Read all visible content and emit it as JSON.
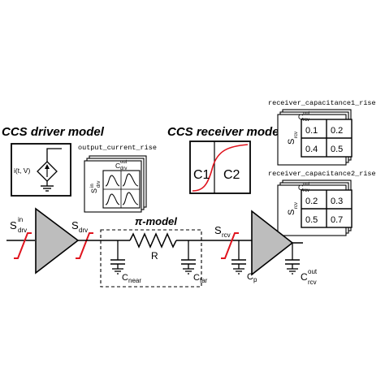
{
  "driver": {
    "title": "CCS driver model",
    "source_label": "i(t, V)",
    "table_label": "output_current_rise",
    "table_axis_main": "S",
    "table_axis_sup": "in",
    "table_axis_sub": "drv",
    "table_axis2_main": "C",
    "table_axis2_sup": "out",
    "table_axis2_sub": "drv"
  },
  "receiver": {
    "title": "CCS receiver model",
    "c1_label": "C1",
    "c2_label": "C2"
  },
  "tables": [
    {
      "label": "receiver_capacitance1_rise",
      "axis_main": "S",
      "axis_sub": "rcv",
      "axis2_main": "C",
      "axis2_sup": "out",
      "axis2_sub": "rcv",
      "cells": [
        "0.1",
        "0.2",
        "0.4",
        "0.5"
      ]
    },
    {
      "label": "receiver_capacitance2_rise",
      "axis_main": "S",
      "axis_sub": "rcv",
      "axis2_main": "C",
      "axis2_sup": "out",
      "axis2_sub": "rcv",
      "cells": [
        "0.2",
        "0.3",
        "0.5",
        "0.7"
      ]
    }
  ],
  "circuit": {
    "pi_model_label": "π-model",
    "r_label": "R",
    "s_drv_in_main": "S",
    "s_drv_in_sup": "in",
    "s_drv_in_sub": "drv",
    "s_drv_main": "S",
    "s_drv_sub": "drv",
    "s_rcv_main": "S",
    "s_rcv_sub": "rcv",
    "c_near_main": "C",
    "c_near_sub": "near",
    "c_far_main": "C",
    "c_far_sub": "far",
    "c_p_main": "C",
    "c_p_sub": "p",
    "c_rcv_out_main": "C",
    "c_rcv_out_sup": "out",
    "c_rcv_out_sub": "rcv"
  },
  "colors": {
    "slew_red": "#e0141e",
    "buffer_fill": "#bdbdbd",
    "line": "#000000"
  }
}
